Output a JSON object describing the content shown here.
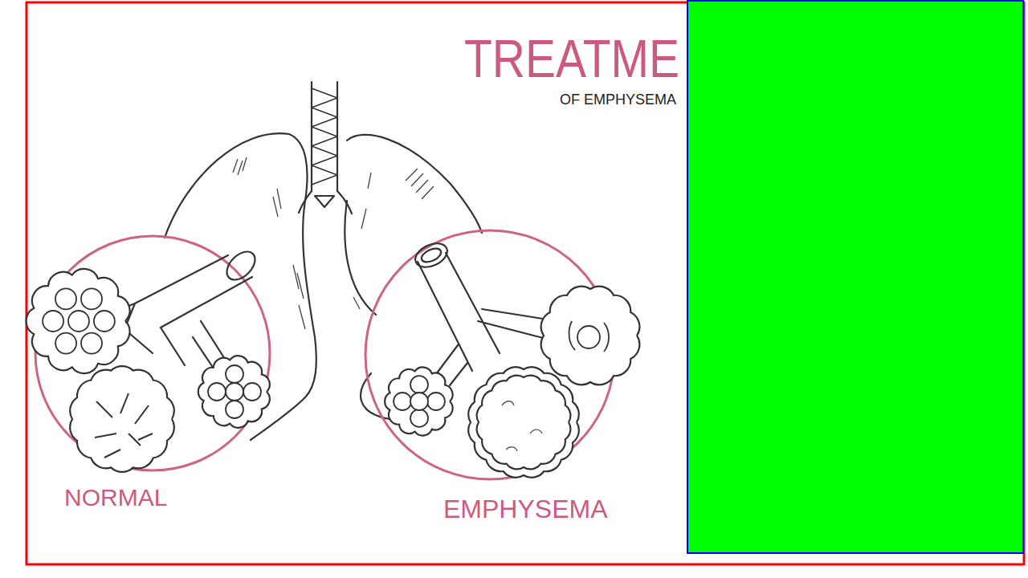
{
  "diagram": {
    "title": "TREATME",
    "labels": [
      "OF EMPHYSEMA",
      "NORMAL",
      "EMPHYSEMA"
    ]
  }
}
